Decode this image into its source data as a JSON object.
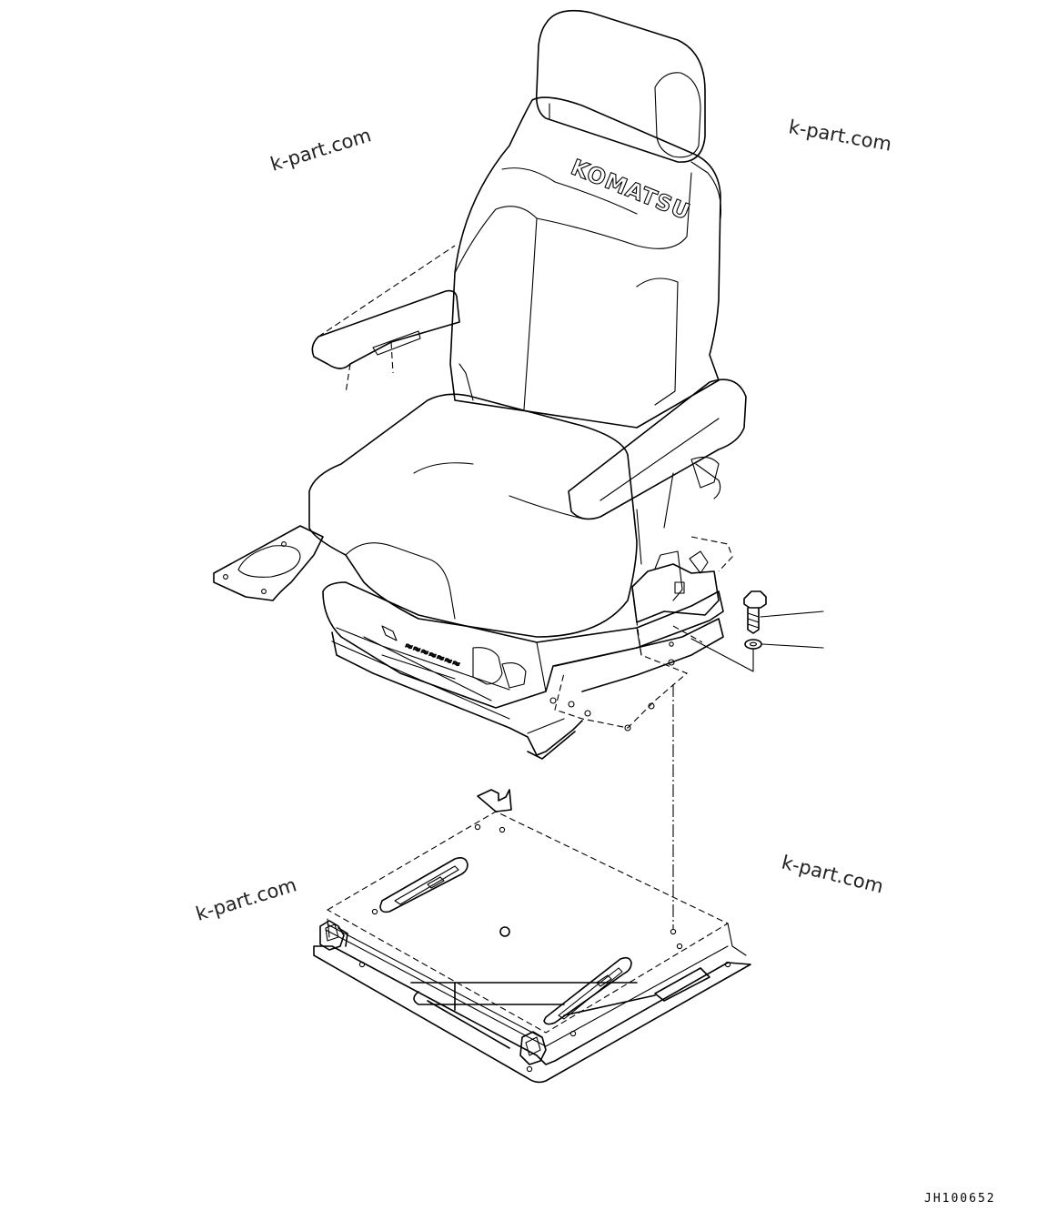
{
  "drawing": {
    "code": "JH100652",
    "brand": "KOMATSU"
  },
  "watermarks": [
    "k-part.com",
    "k-part.com",
    "k-part.com",
    "k-part.com"
  ]
}
